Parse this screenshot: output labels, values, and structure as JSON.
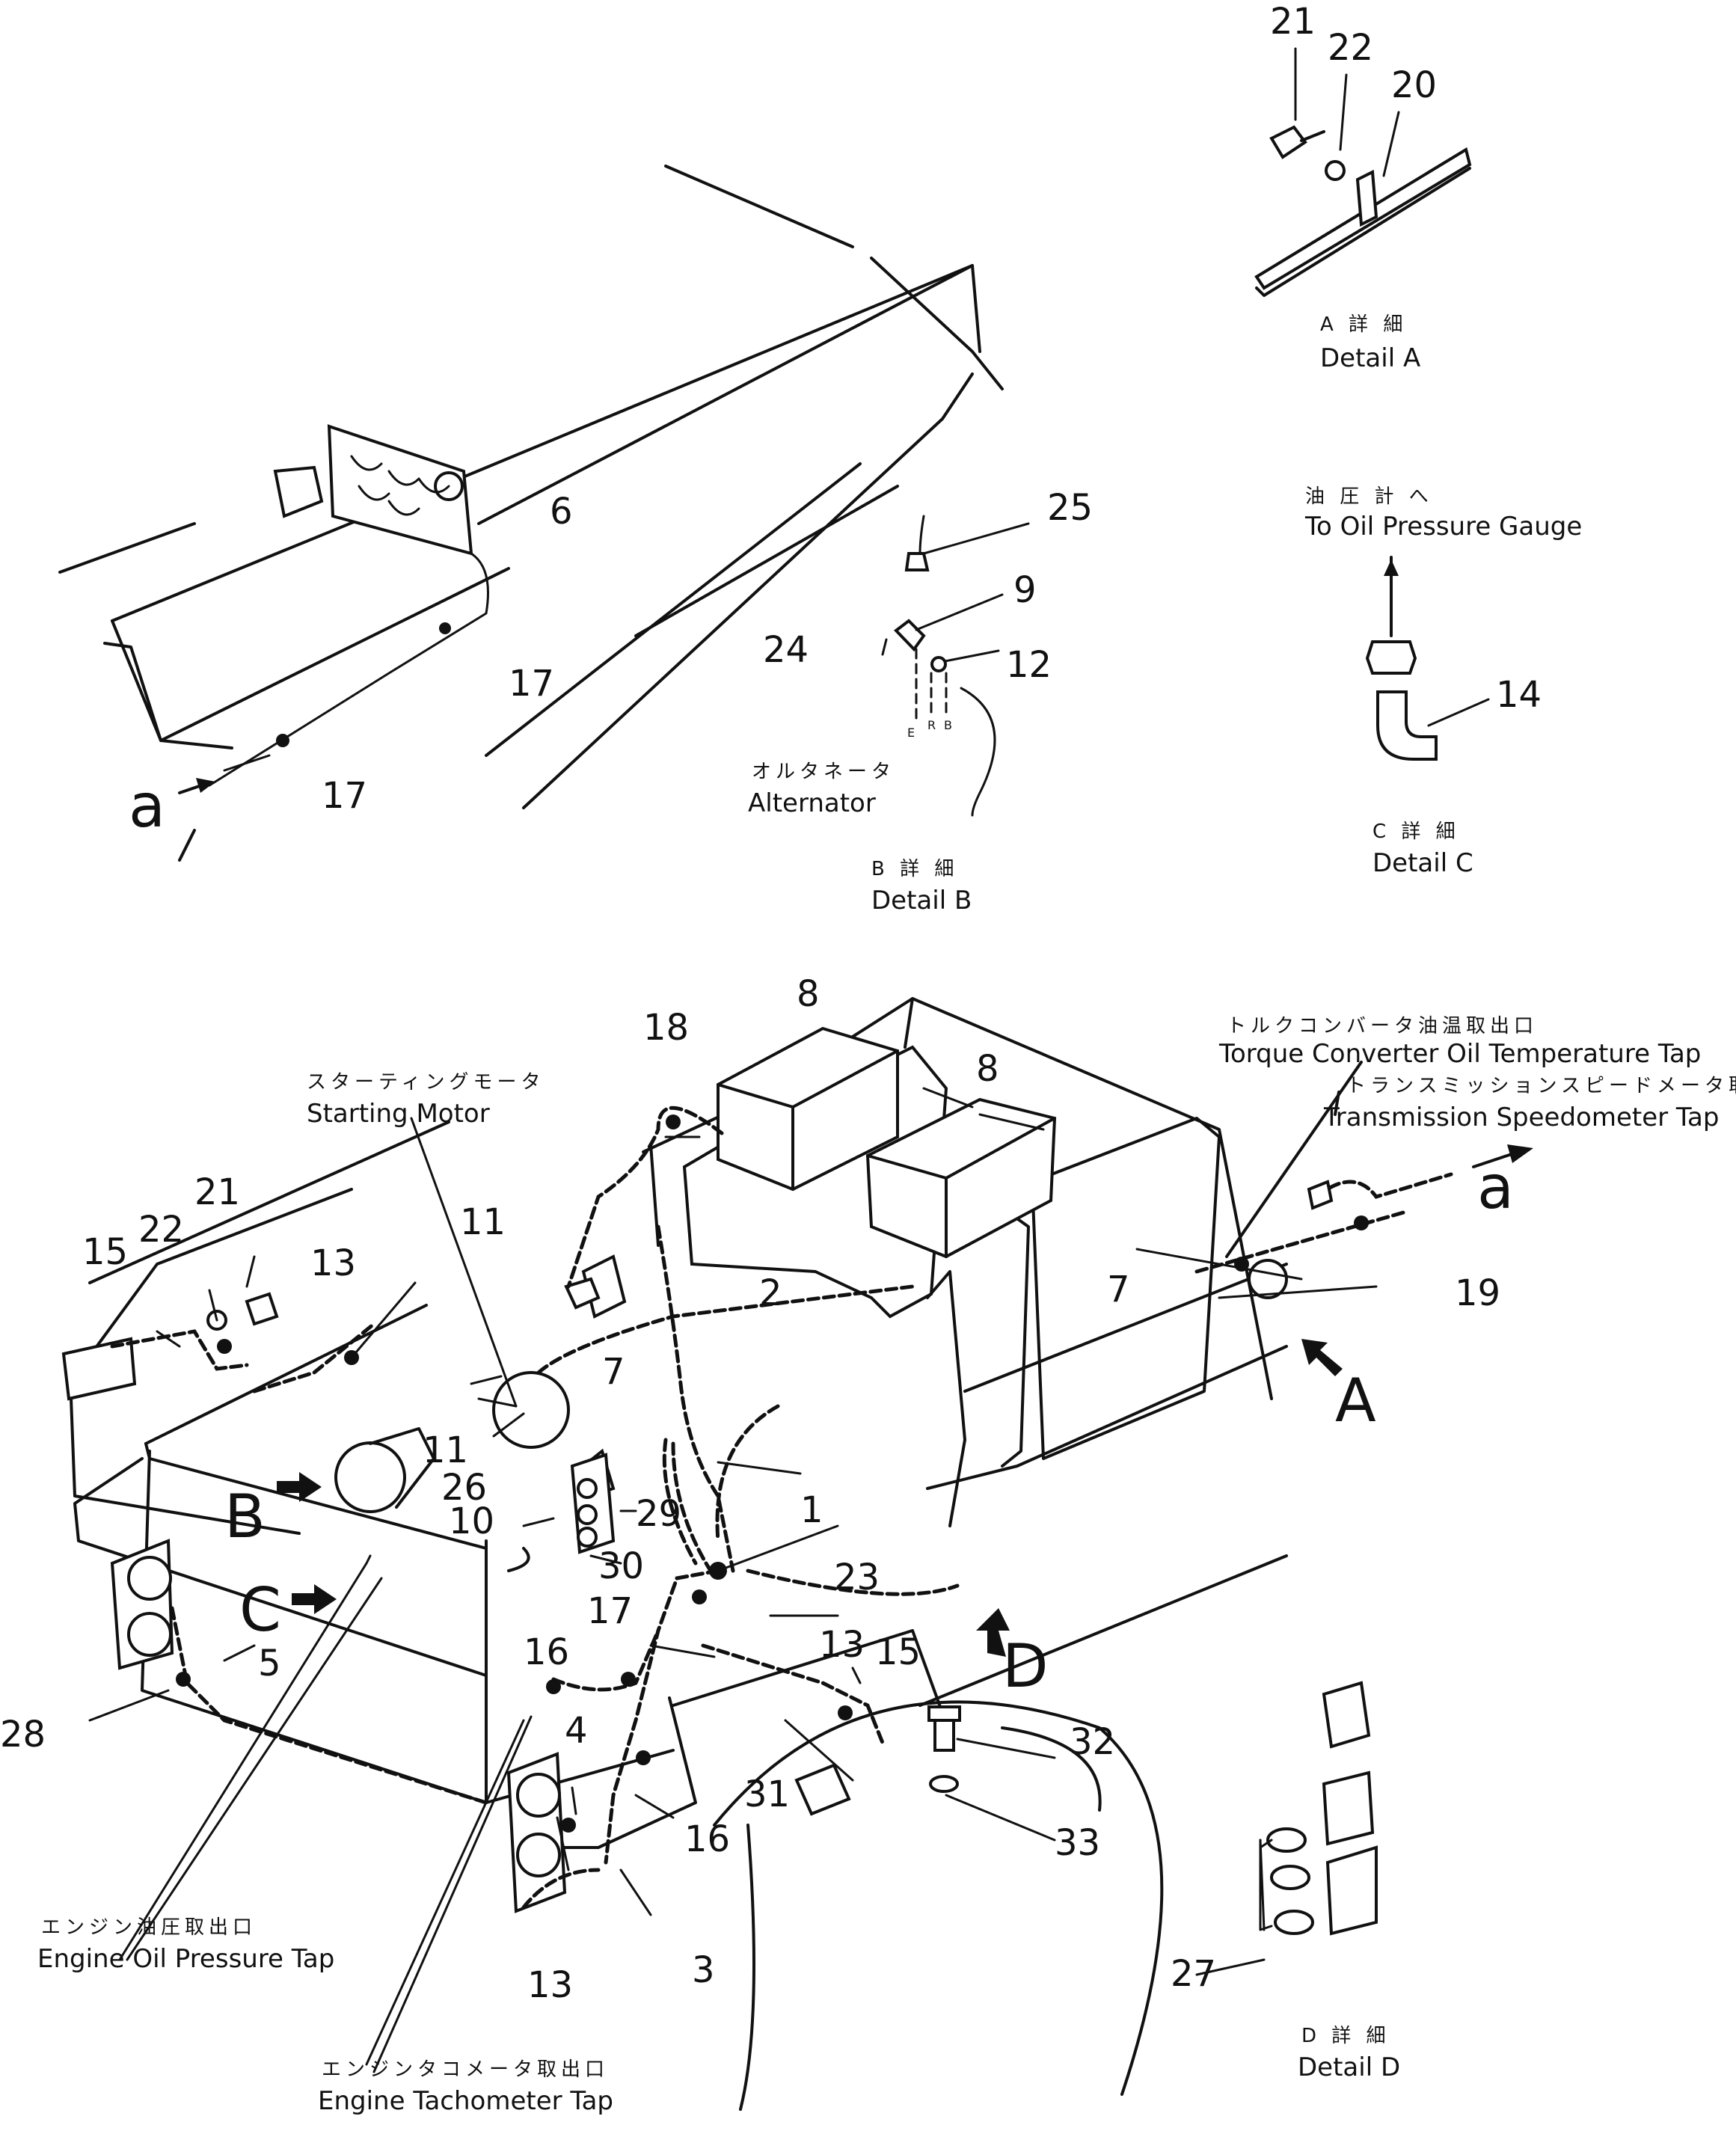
{
  "callouts": [
    "1",
    "2",
    "3",
    "4",
    "5",
    "6",
    "7",
    "8",
    "9",
    "10",
    "11",
    "12",
    "13",
    "14",
    "15",
    "16",
    "17",
    "18",
    "19",
    "20",
    "21",
    "22",
    "23",
    "24",
    "25",
    "26",
    "27",
    "28",
    "29",
    "30",
    "31",
    "32",
    "33"
  ],
  "views": {
    "A": "A",
    "B": "B",
    "C": "C",
    "D": "D",
    "a": "a"
  },
  "details": {
    "a": {
      "jp": "A 詳 細",
      "en": "Detail A"
    },
    "b": {
      "jp": "B 詳 細",
      "en": "Detail B"
    },
    "c": {
      "jp": "C 詳 細",
      "en": "Detail C"
    },
    "d": {
      "jp": "D 詳 細",
      "en": "Detail D"
    }
  },
  "labels": {
    "oil_gauge": {
      "jp": "油 圧 計 へ",
      "en": "To Oil Pressure Gauge"
    },
    "alternator": {
      "jp": "オルタネータ",
      "en": "Alternator"
    },
    "starting_motor": {
      "jp": "スターティングモータ",
      "en": "Starting Motor"
    },
    "torque_converter": {
      "jp": "トルクコンバータ油温取出口",
      "en": "Torque Converter Oil Temperature Tap"
    },
    "transmission": {
      "jp": "トランスミッションスピードメータ取出口",
      "en": "Transmission Speedometer Tap"
    },
    "engine_oil": {
      "jp": "エンジン油圧取出口",
      "en": "Engine Oil Pressure Tap"
    },
    "engine_tach": {
      "jp": "エンジンタコメータ取出口",
      "en": "Engine Tachometer Tap"
    }
  },
  "alternator_terminals": [
    "E",
    "R",
    "B"
  ],
  "colors": {
    "ink": "#111111",
    "paper": "#ffffff"
  }
}
